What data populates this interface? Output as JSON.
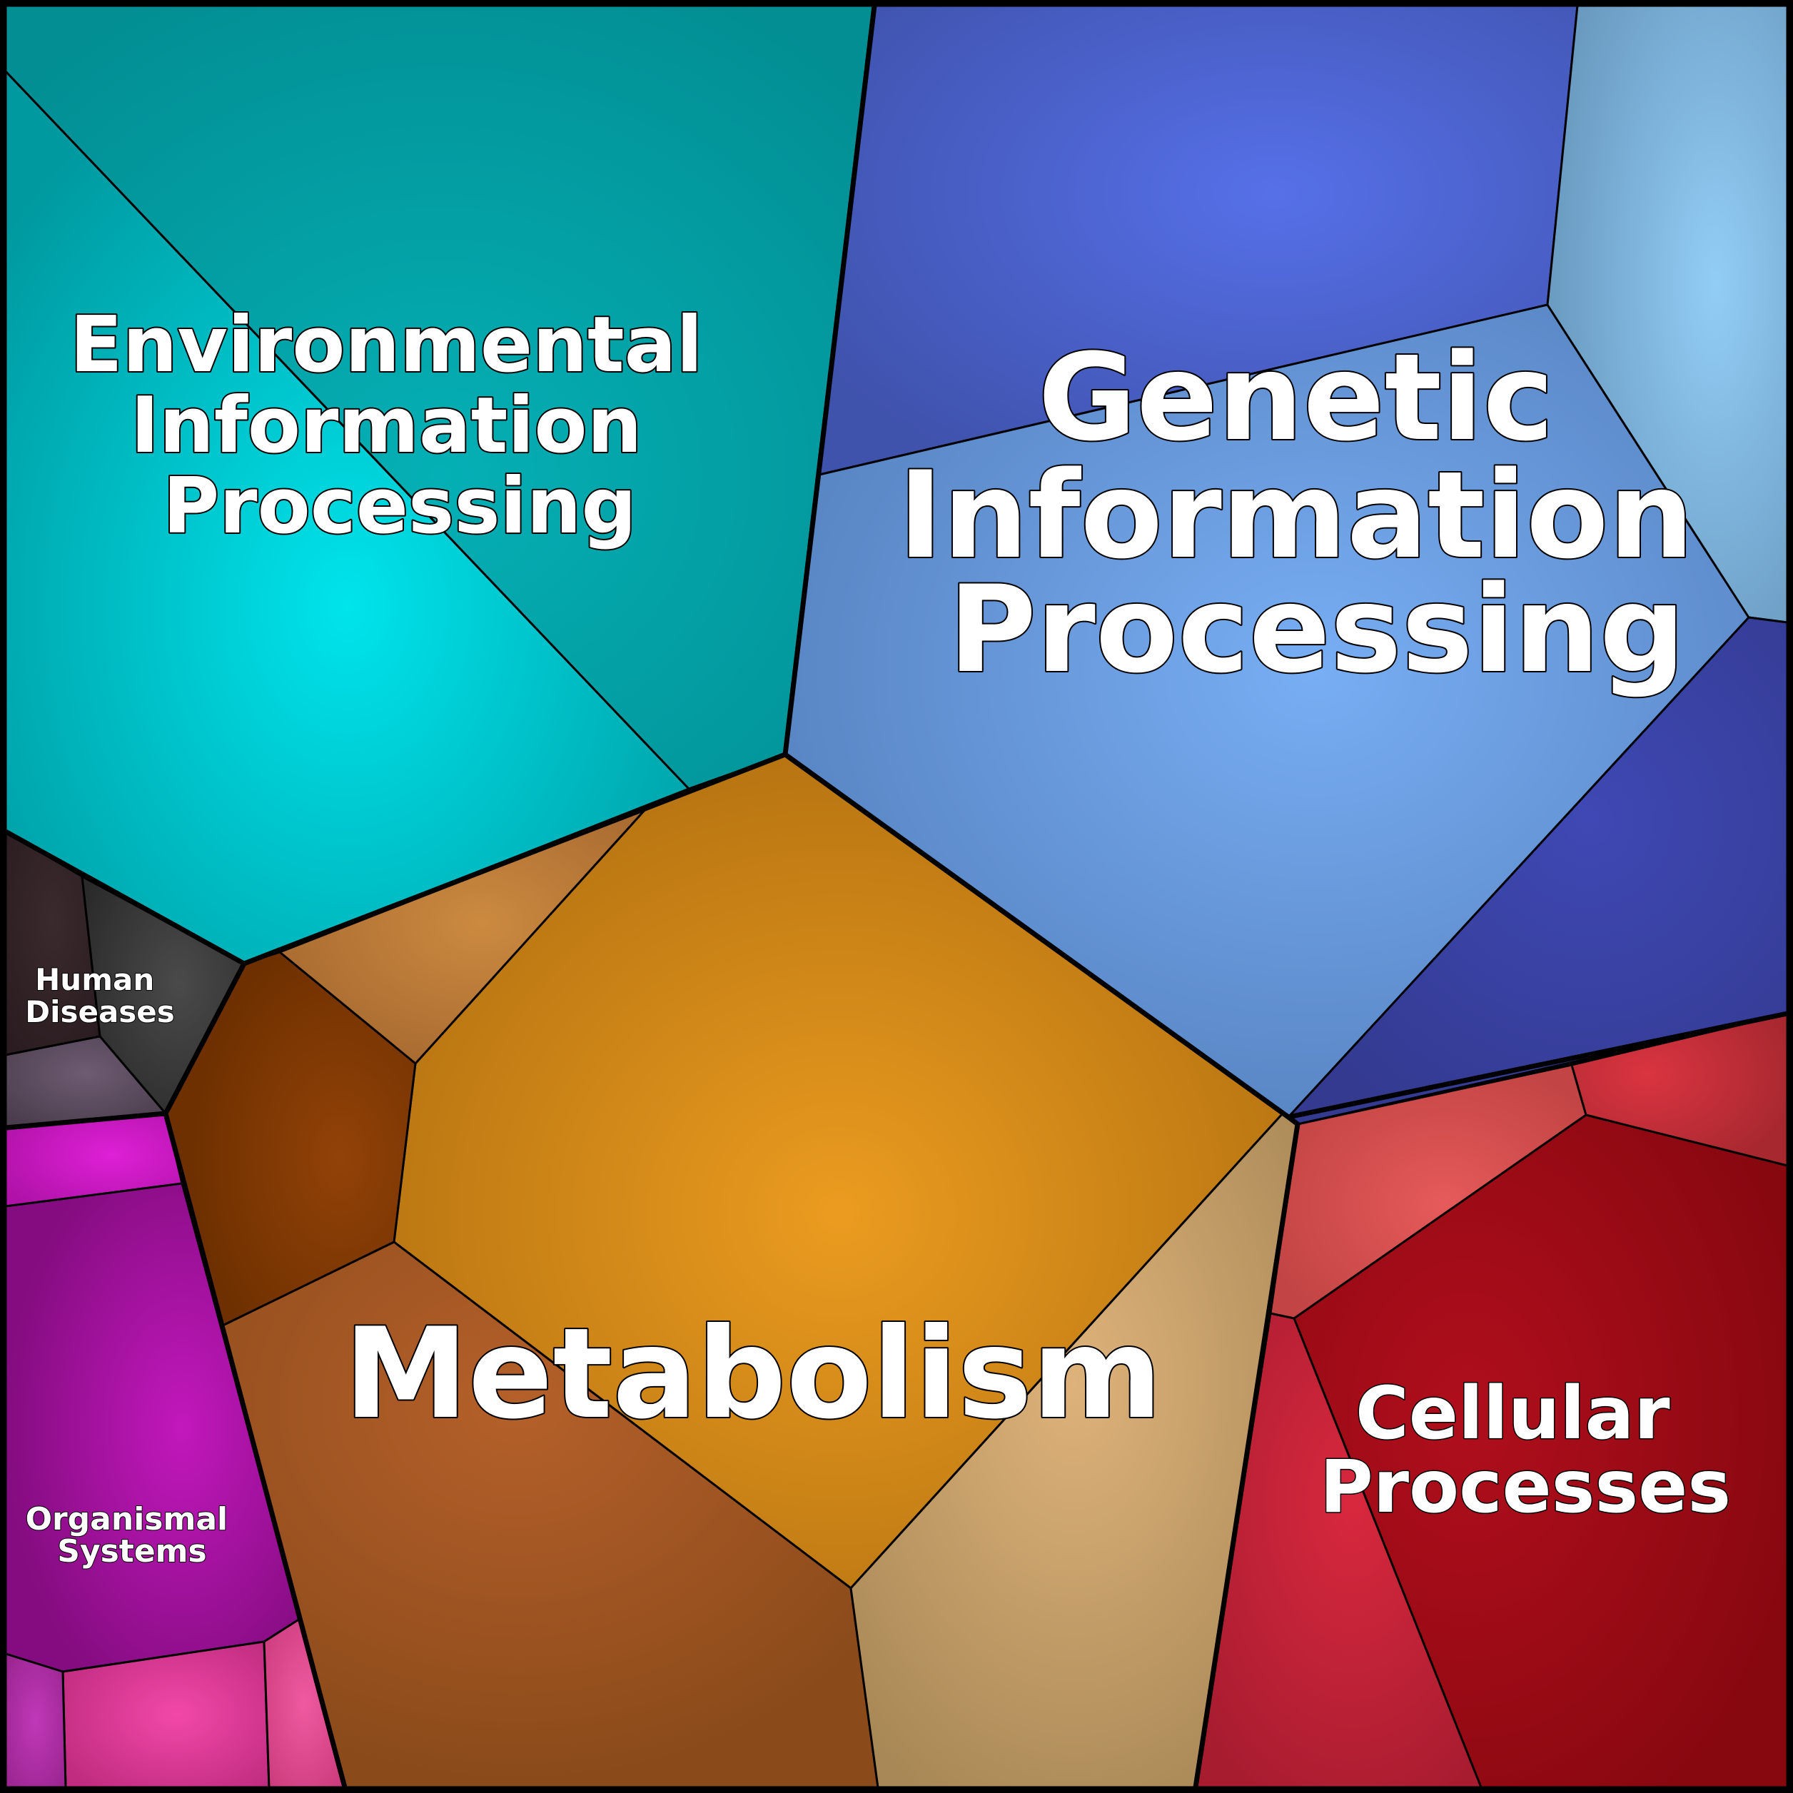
{
  "categories": [
    {
      "id": "environmental",
      "lines": [
        "Environmental",
        "Information",
        "Processing"
      ]
    },
    {
      "id": "genetic",
      "lines": [
        "Genetic",
        "Information",
        "Processing"
      ]
    },
    {
      "id": "metabolism",
      "lines": [
        "Metabolism"
      ]
    },
    {
      "id": "cellular",
      "lines": [
        "Cellular",
        "Processes"
      ]
    },
    {
      "id": "human",
      "lines": [
        "Human",
        "Diseases"
      ]
    },
    {
      "id": "organismal",
      "lines": [
        "Organismal",
        "Systems"
      ]
    }
  ],
  "colors": {
    "environmental": "#02a5a8",
    "genetic": "#5b86c8",
    "metabolism": "#d68a1a",
    "cellular": "#b01020",
    "human": "#3a3a3a",
    "organismal": "#a0149f"
  }
}
